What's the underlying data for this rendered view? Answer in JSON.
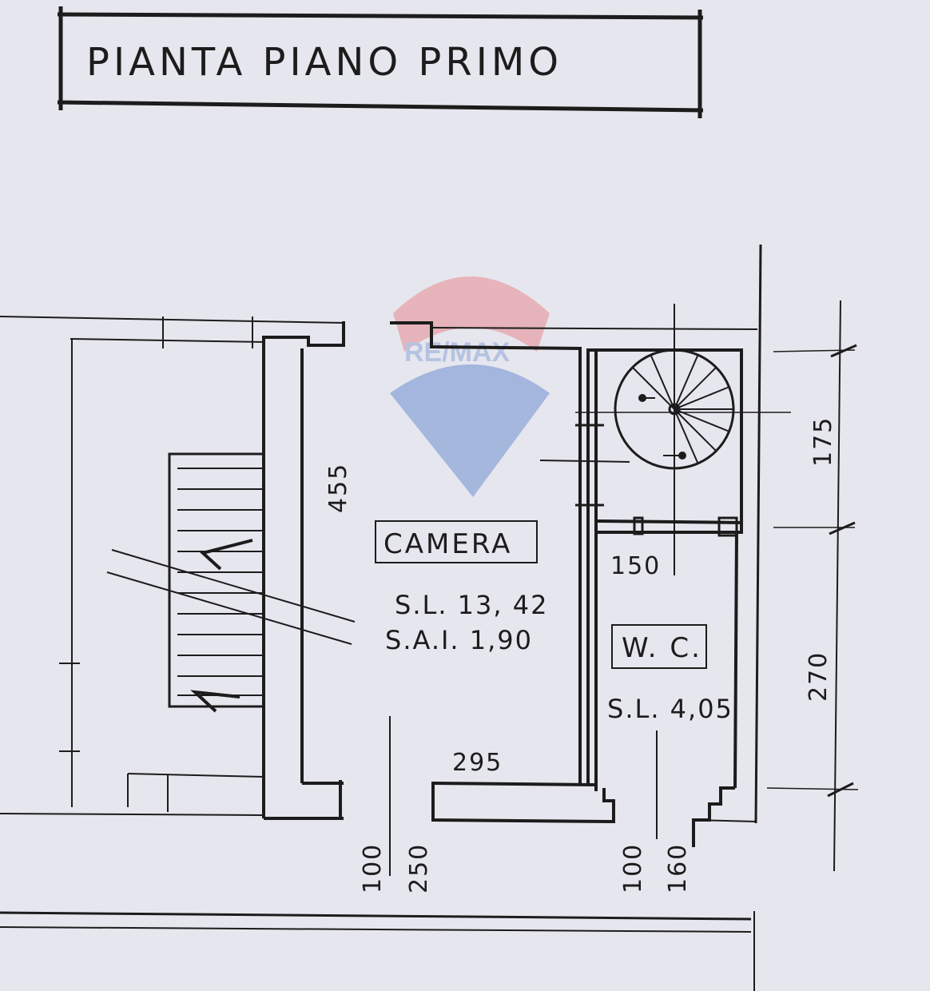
{
  "title": "PIANTA PIANO PRIMO",
  "watermark": {
    "text": "RE/MAX",
    "color_red": "#d9343a",
    "color_blue": "#2f5fb5"
  },
  "rooms": {
    "camera": {
      "name": "CAMERA",
      "sl": "S.L. 13, 42",
      "sai": "S.A.I. 1,90"
    },
    "wc": {
      "name": "W. C.",
      "sl": "S.L. 4,05"
    }
  },
  "dimensions": {
    "camera_height": "455",
    "camera_width": "295",
    "wc_width": "150",
    "stair_height": "175",
    "wc_height": "270",
    "camera_door_wall": "100",
    "camera_door": "250",
    "wc_door_wall": "100",
    "wc_door": "160"
  },
  "colors": {
    "paper": "#e6e6ee",
    "ink": "#1c1c1c"
  }
}
